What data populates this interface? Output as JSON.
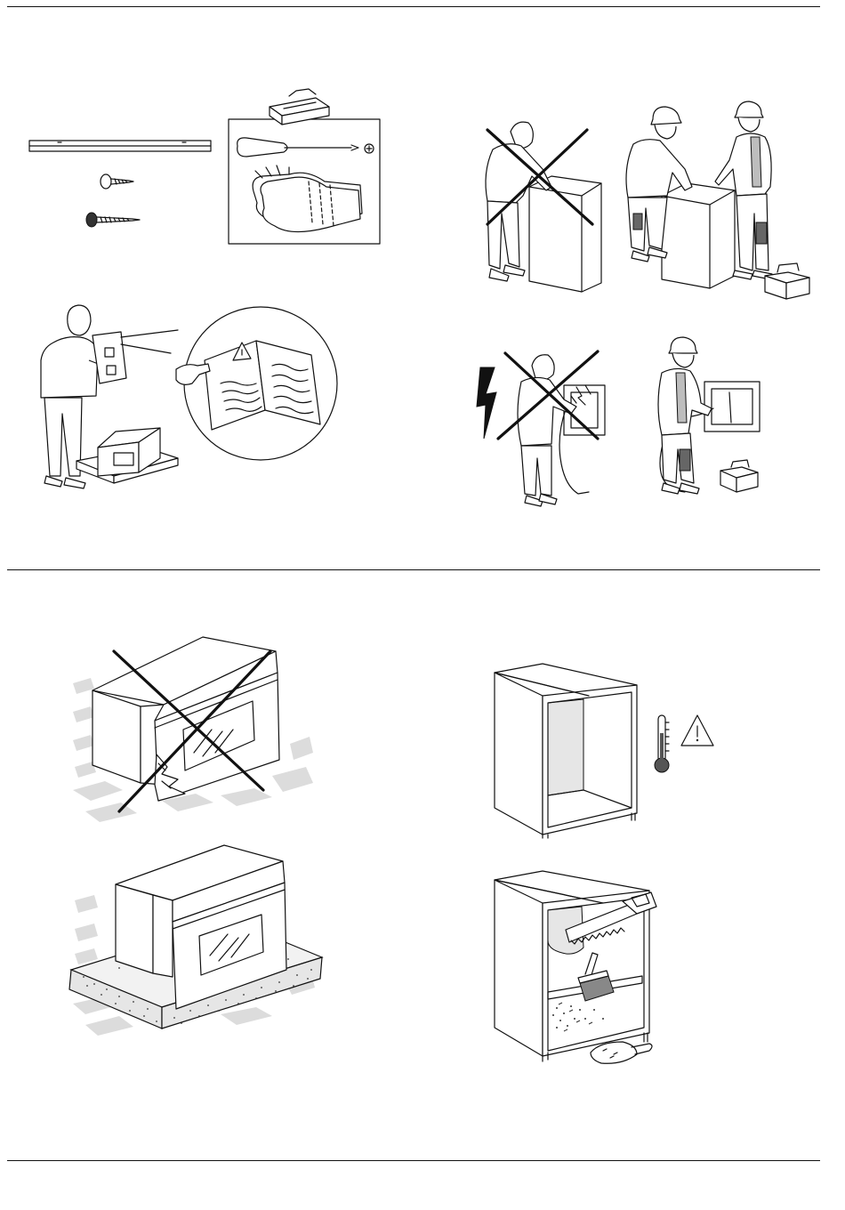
{
  "page": {
    "background": "#ffffff",
    "line_color": "#111111",
    "shade_color": "#dcdcdc"
  },
  "sections": [
    {
      "name": "preparation",
      "illustrations": [
        "mounting-kit",
        "tool-box-panel",
        "read-manual",
        "lift-alone-prohibited",
        "lift-two-people",
        "electrical-work-prohibited",
        "electrician-connection"
      ]
    },
    {
      "name": "handling-and-niche",
      "illustrations": [
        "oven-on-floor-prohibited",
        "oven-on-pallet",
        "cabinet-heat-resistance",
        "cabinet-cutting-cleaning"
      ]
    }
  ],
  "symbols": {
    "warning": "warning-triangle-icon",
    "heat": "thermometer-icon",
    "shock": "lightning-icon",
    "prohibited": "cross-mark"
  }
}
